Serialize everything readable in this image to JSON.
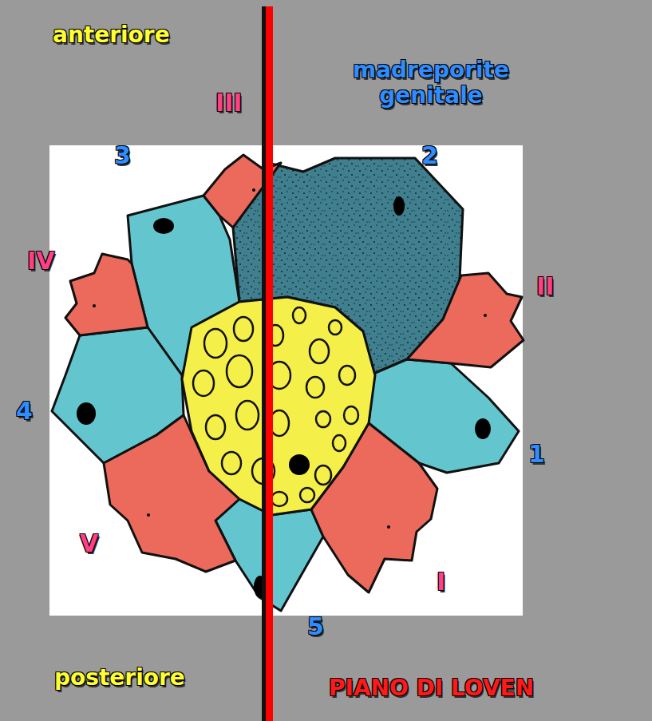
{
  "diagram": {
    "title": "PIANO DI LOVEN",
    "labels": [
      "anteriore",
      "madreporite genitale",
      "III",
      "3",
      "2",
      "IV",
      "II",
      "4",
      "1",
      "V",
      "I",
      "5",
      "posteriore"
    ]
  }
}
